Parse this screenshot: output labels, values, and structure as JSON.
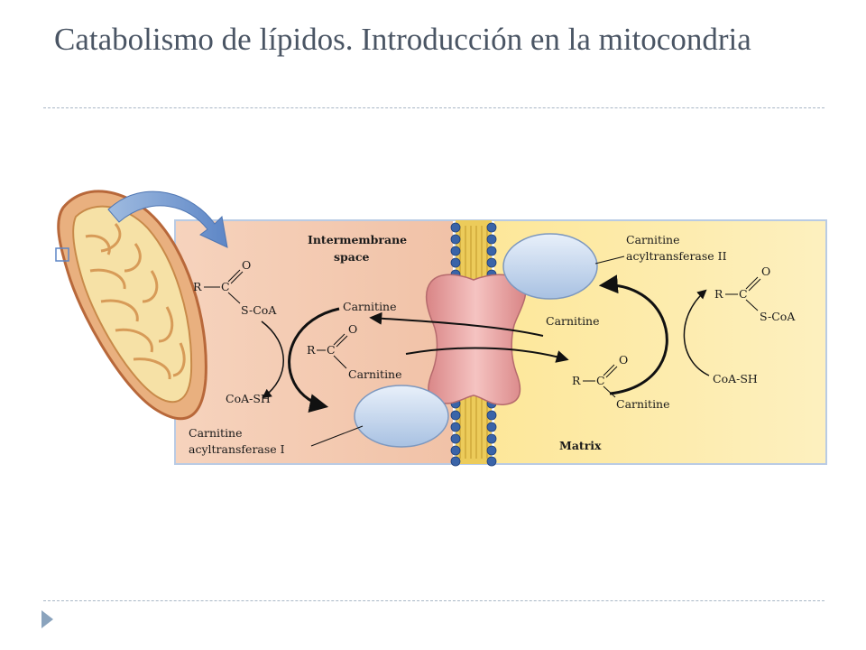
{
  "slide": {
    "title": "Catabolismo de lípidos. Introducción en la mitocondria"
  },
  "diagram": {
    "intermembrane_label_line1": "Intermembrane",
    "intermembrane_label_line2": "space",
    "matrix_label": "Matrix",
    "left": {
      "acylcoa_R": "R",
      "acylcoa_C": "C",
      "acylcoa_O": "O",
      "acylcoa_S": "S-CoA",
      "carnitine_free": "Carnitine",
      "acylcarn_R": "R",
      "acylcarn_C": "C",
      "acylcarn_O": "O",
      "acylcarn_carnitine": "Carnitine",
      "coash": "CoA-SH",
      "enzyme_line1": "Carnitine",
      "enzyme_line2": "acyltransferase I"
    },
    "right": {
      "enzyme_line1": "Carnitine",
      "enzyme_line2": "acyltransferase II",
      "carnitine_free": "Carnitine",
      "acylcarn_R": "R",
      "acylcarn_C": "C",
      "acylcarn_O": "O",
      "acylcarn_carnitine": "Carnitine",
      "acylcoa_R": "R",
      "acylcoa_C": "C",
      "acylcoa_O": "O",
      "acylcoa_S": "S-CoA",
      "coash": "CoA-SH"
    },
    "colors": {
      "intermembrane": "#f3c9ad",
      "matrix": "#fbeaa0",
      "membrane_head": "#3a64a8",
      "membrane_core": "#e8c64a",
      "transporter": "#e9a7a6",
      "enzyme": "#c7d8ee",
      "mito_outer": "#d98a58",
      "mito_inner": "#f4dfa2"
    }
  }
}
